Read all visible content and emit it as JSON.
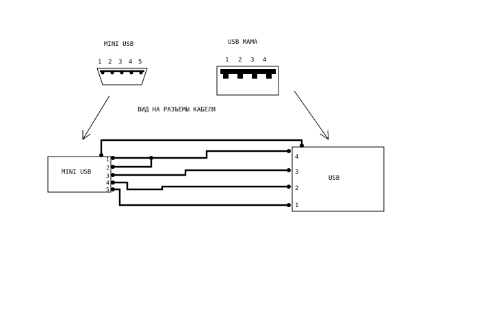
{
  "mini_usb_view": {
    "title": "MINI USB",
    "pins": [
      "1",
      "2",
      "3",
      "4",
      "5"
    ]
  },
  "usb_mama_view": {
    "title": "USB MAMA",
    "pins": [
      "1",
      "2",
      "3",
      "4"
    ]
  },
  "caption": "ВИД НА РАЗЪЕМЫ КАБЕЛЯ",
  "mini_usb_box": {
    "label": "MINI USB",
    "pins": [
      "1",
      "2",
      "3",
      "4",
      "5"
    ]
  },
  "usb_box": {
    "label": "USB",
    "pins": [
      "4",
      "3",
      "2",
      "1"
    ]
  }
}
